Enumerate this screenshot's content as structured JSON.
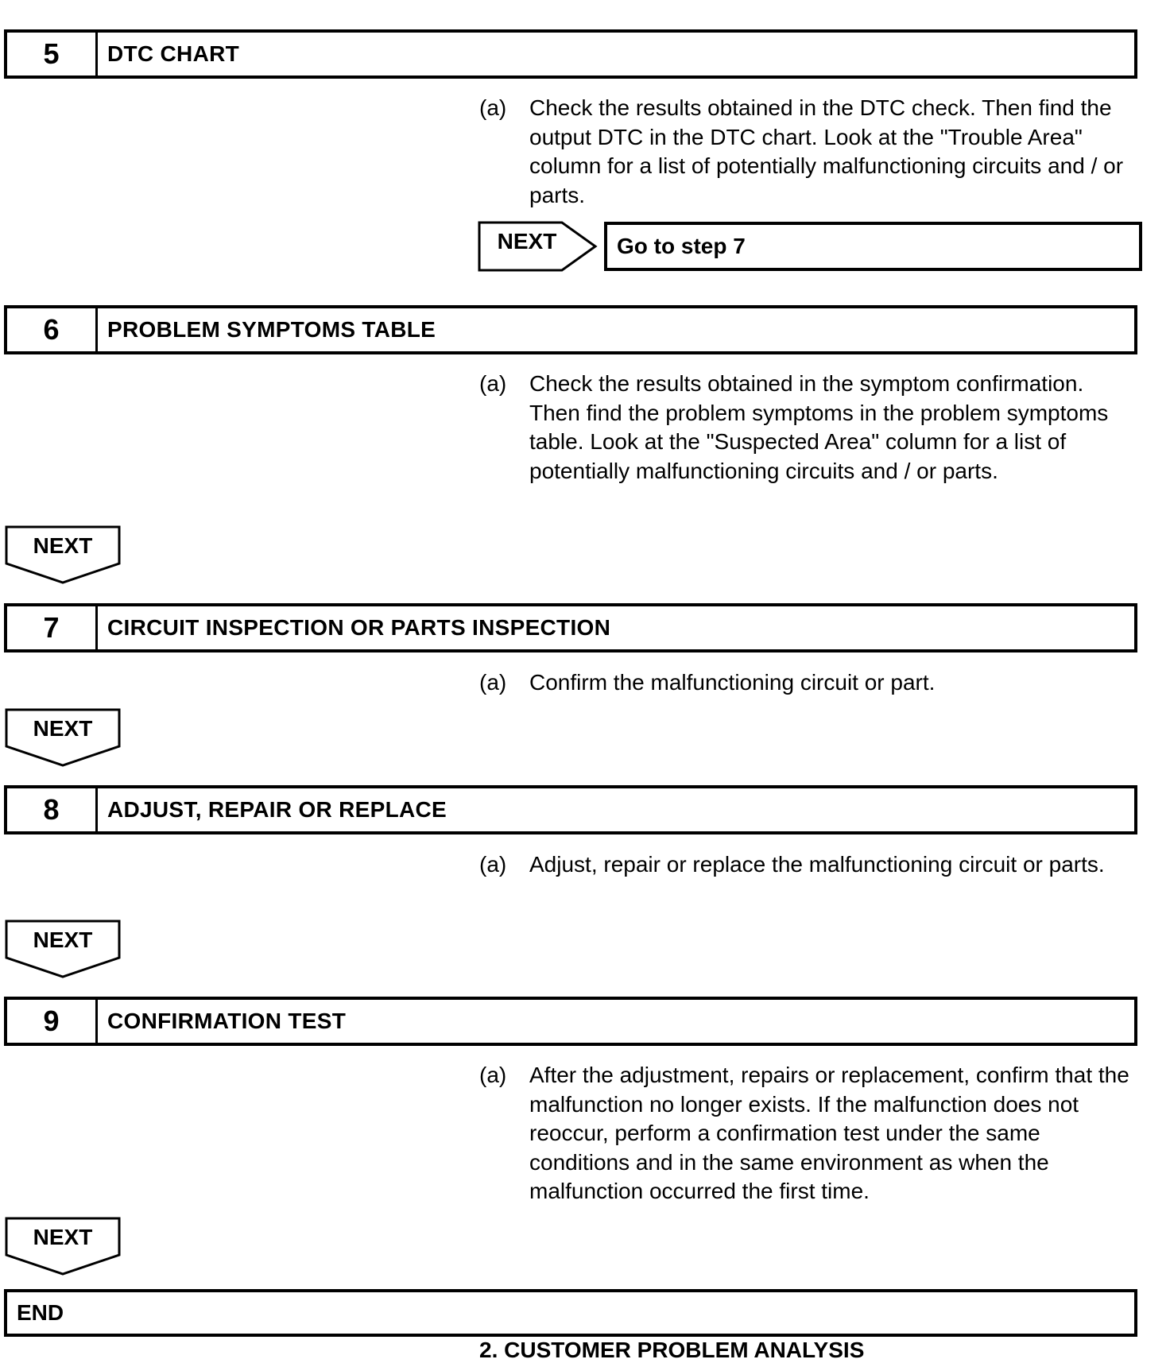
{
  "steps": [
    {
      "number": "5",
      "title": "DTC CHART",
      "label": "(a)",
      "text": "Check the results obtained in the DTC check. Then find the output DTC in the DTC chart. Look at the \"Trouble Area\" column for a list of potentially malfunctioning circuits and / or parts."
    },
    {
      "number": "6",
      "title": "PROBLEM SYMPTOMS TABLE",
      "label": "(a)",
      "text": "Check the results obtained in the symptom confirmation. Then find the problem symptoms in the problem symptoms table. Look at the \"Suspected Area\" column for a list of potentially malfunctioning circuits and / or parts."
    },
    {
      "number": "7",
      "title": "CIRCUIT INSPECTION OR PARTS INSPECTION",
      "label": "(a)",
      "text": "Confirm the malfunctioning circuit or part."
    },
    {
      "number": "8",
      "title": "ADJUST, REPAIR OR REPLACE",
      "label": "(a)",
      "text": "Adjust, repair or replace the malfunctioning circuit or parts."
    },
    {
      "number": "9",
      "title": "CONFIRMATION TEST",
      "label": "(a)",
      "text": "After the adjustment, repairs or replacement, confirm that the malfunction no longer exists. If the malfunction does not reoccur, perform a confirmation test under the same conditions and in the same environment as when the malfunction occurred the first time."
    }
  ],
  "next_label": "NEXT",
  "goto_text": "Go to step 7",
  "end_label": "END",
  "bottom_heading": "2.   CUSTOMER PROBLEM ANALYSIS"
}
